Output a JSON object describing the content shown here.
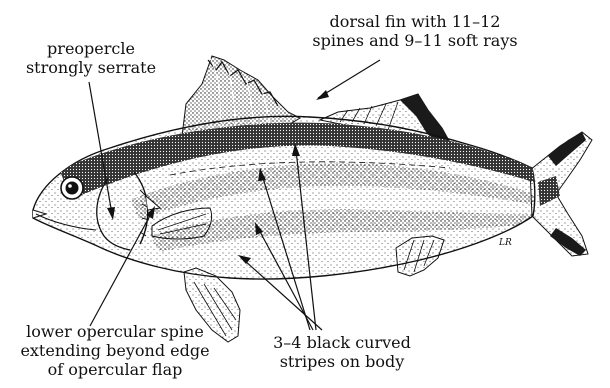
{
  "labels": {
    "dorsal_fin": [
      "dorsal fin with 11–12",
      "spines and 9–11 soft rays"
    ],
    "preopercle": [
      "preopercle",
      "strongly serrate"
    ],
    "opercular_spine": [
      "lower opercular spine",
      "extending beyond edge",
      "of opercular flap"
    ],
    "stripes": [
      "3–4 black curved",
      "stripes on body"
    ]
  },
  "signature": "LR",
  "colors": {
    "ink": "#111111",
    "paper": "#ffffff"
  }
}
